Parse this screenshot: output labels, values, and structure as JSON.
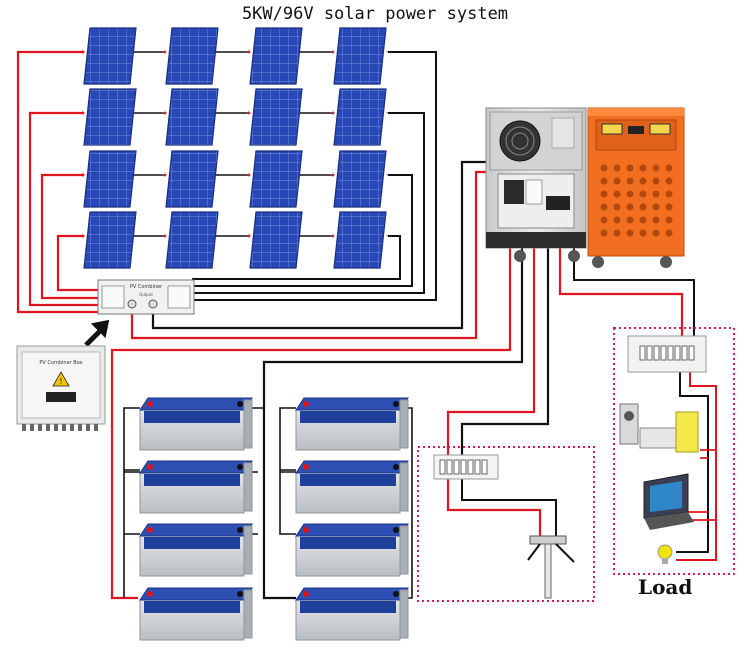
{
  "title": "5KW/96V solar power system",
  "load_label": "Load",
  "pv_combiner_label": "PV Combiner",
  "pv_combiner_sub_label": "Output",
  "combiner_box_label": "PV Combiner Box",
  "solar_array": {
    "rows": 4,
    "cols": 4
  },
  "battery_bank": {
    "count": 8
  },
  "colors": {
    "positive_wire": "#e0141e",
    "negative_wire": "#111111",
    "panel_blue": "#1f3fae",
    "battery_top": "#1e3f9a",
    "battery_body": "#cfd3d6",
    "inverter_case": "#d9dadb",
    "controller_orange": "#f26f21",
    "load_border": "#d81b5a"
  }
}
